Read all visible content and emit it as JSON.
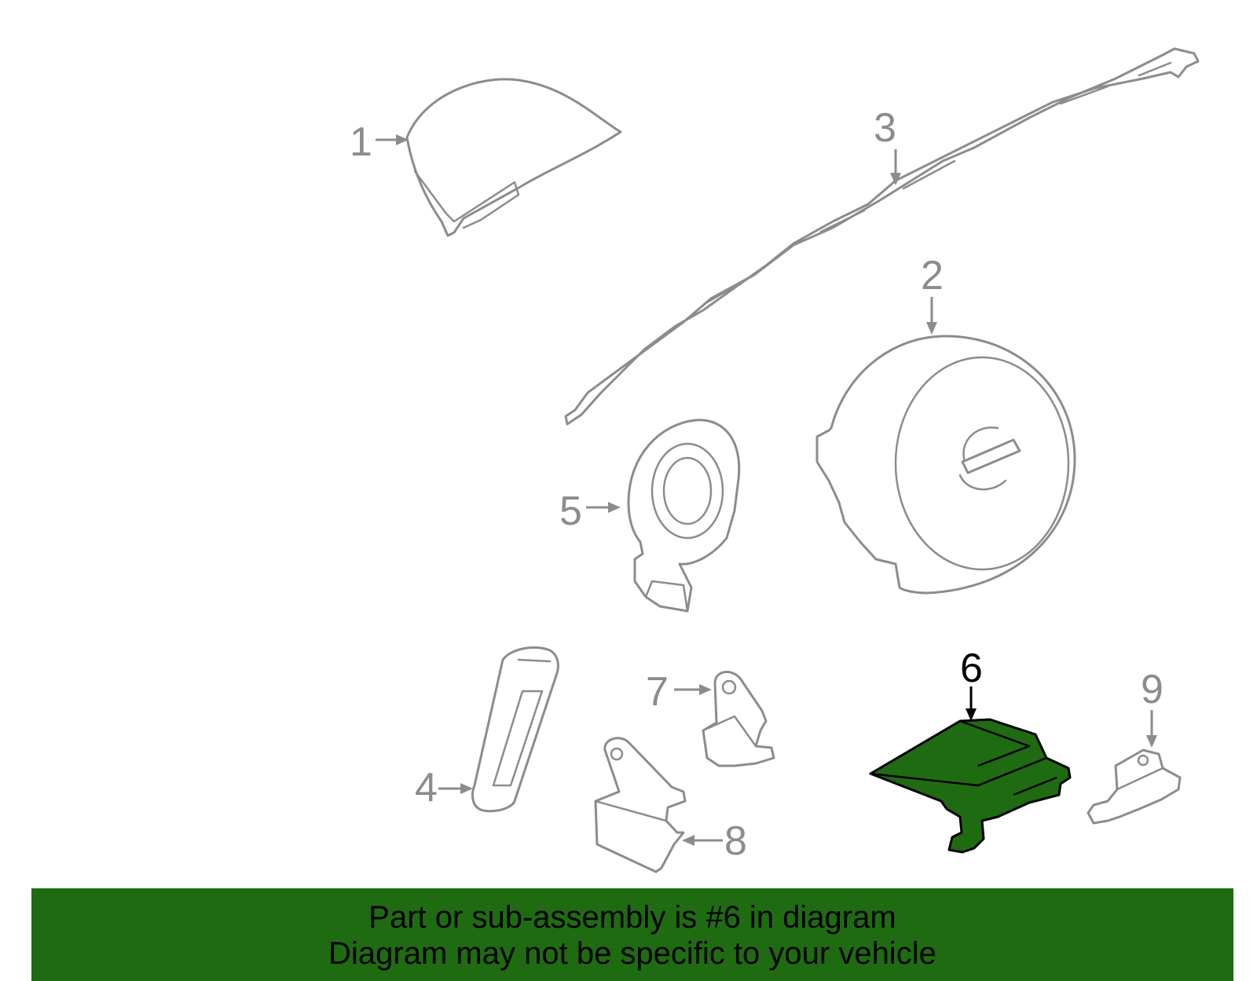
{
  "diagram": {
    "callouts": [
      "1",
      "2",
      "3",
      "4",
      "5",
      "6",
      "7",
      "8",
      "9"
    ],
    "highlighted_part": "6",
    "colors": {
      "line": "#8c8c8c",
      "highlight_fill": "#1f6b12",
      "highlight_line": "#000000",
      "banner": "#1f6b12"
    }
  },
  "banner": {
    "line1": "Part or sub-assembly is #6 in diagram",
    "line2": "Diagram may not be specific to your vehicle"
  }
}
